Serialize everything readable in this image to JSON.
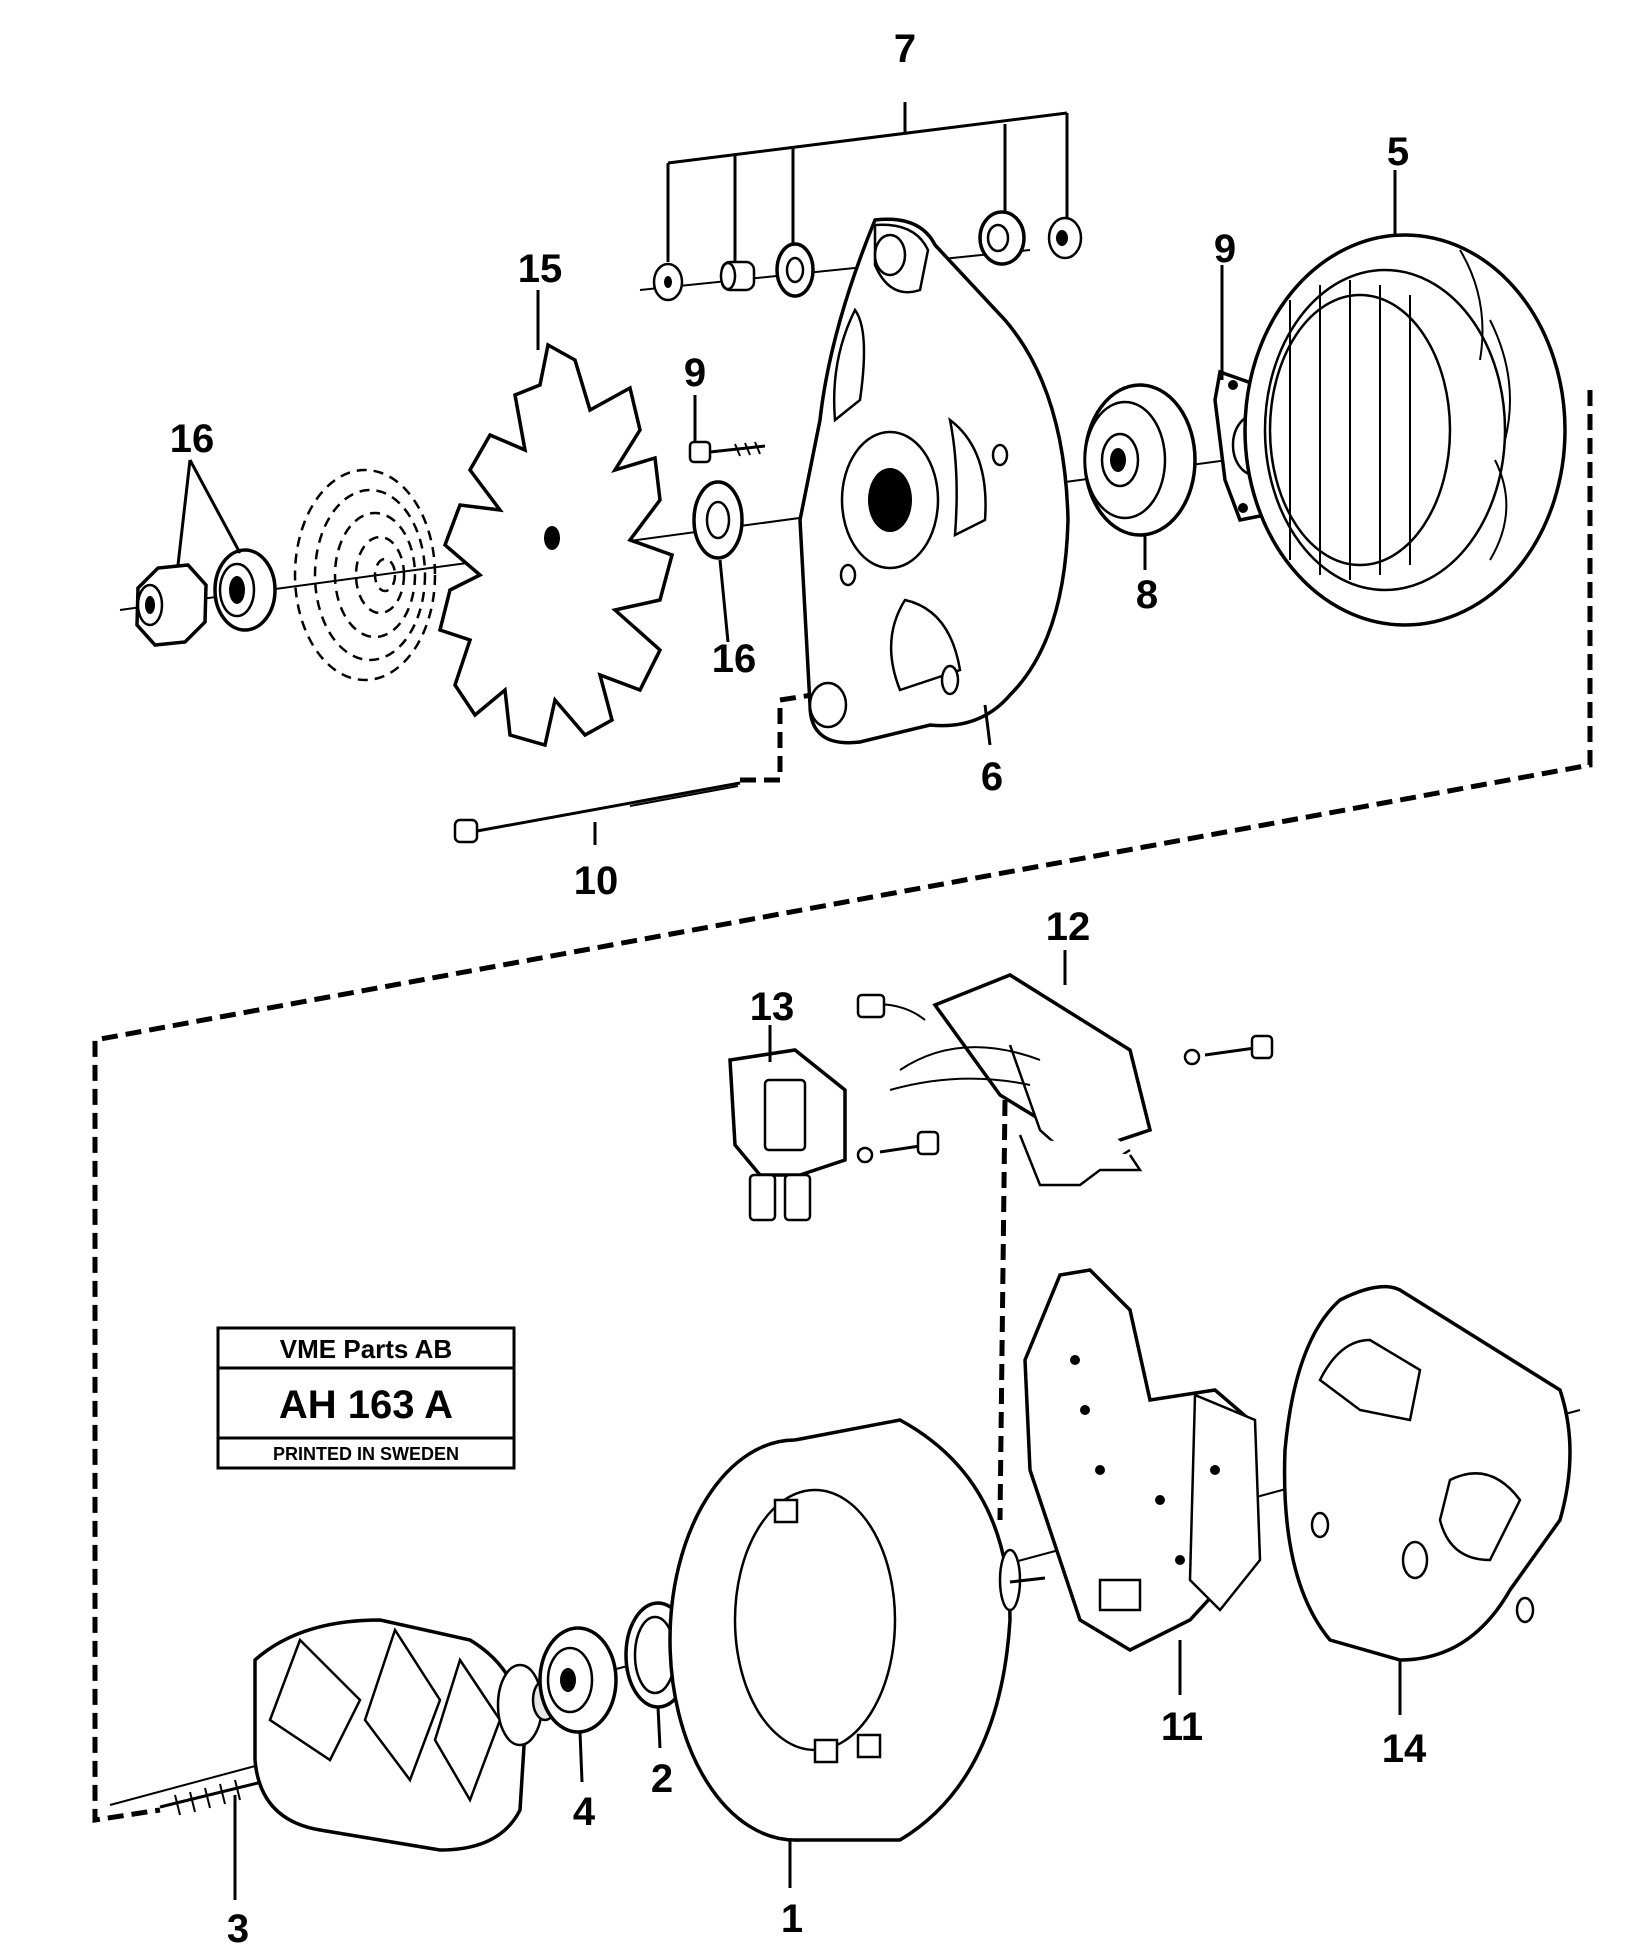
{
  "callouts": {
    "c1": "1",
    "c2": "2",
    "c3": "3",
    "c4": "4",
    "c5": "5",
    "c6": "6",
    "c7": "7",
    "c8": "8",
    "c9a": "9",
    "c9b": "9",
    "c10": "10",
    "c11": "11",
    "c12": "12",
    "c13": "13",
    "c14": "14",
    "c15": "15",
    "c16a": "16",
    "c16b": "16"
  },
  "title_block": {
    "company": "VME Parts AB",
    "code": "AH 163  A",
    "printed": "PRINTED IN SWEDEN"
  }
}
